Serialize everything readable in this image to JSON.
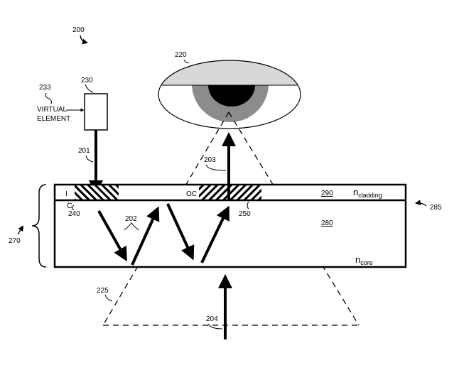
{
  "figure_number": "200",
  "labels": {
    "eye": "220",
    "virtual_element_box": "230",
    "virtual_element_ref": "233",
    "virtual_element_line1": "VIRTUAL",
    "virtual_element_line2": "ELEMENT",
    "input_light": "201",
    "output_light": "203",
    "world_light": "204",
    "guided_light": "202",
    "field_of_view": "225",
    "input_coupler_letter1": "I",
    "input_coupler_letter2": "C",
    "input_coupler": "240",
    "output_coupler_letters": "OC",
    "output_coupler": "250",
    "cladding": "290",
    "core": "280",
    "waveguide": "285",
    "display_stack": "270",
    "n_cladding_n": "n",
    "n_cladding_sub": "cladding",
    "n_core_n": "n",
    "n_core_sub": "core"
  },
  "colors": {
    "line": "#000000",
    "lid": "#d8d8d8",
    "iris": "#8c8c8c",
    "pupil": "#000000"
  }
}
